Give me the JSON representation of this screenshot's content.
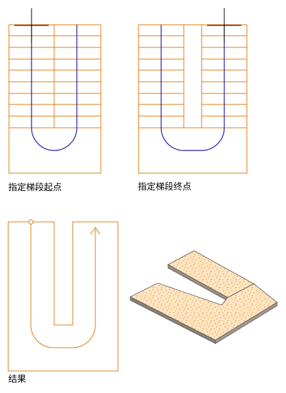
{
  "captions": {
    "specify_start": "指定梯段起点",
    "specify_end": "指定梯段终点",
    "result": "结果"
  },
  "colors": {
    "outline": "#e07a10",
    "path": "#1a1aa8",
    "cursor": "#000000",
    "speckle": "#e8902a",
    "fill": "#fde6c4"
  }
}
